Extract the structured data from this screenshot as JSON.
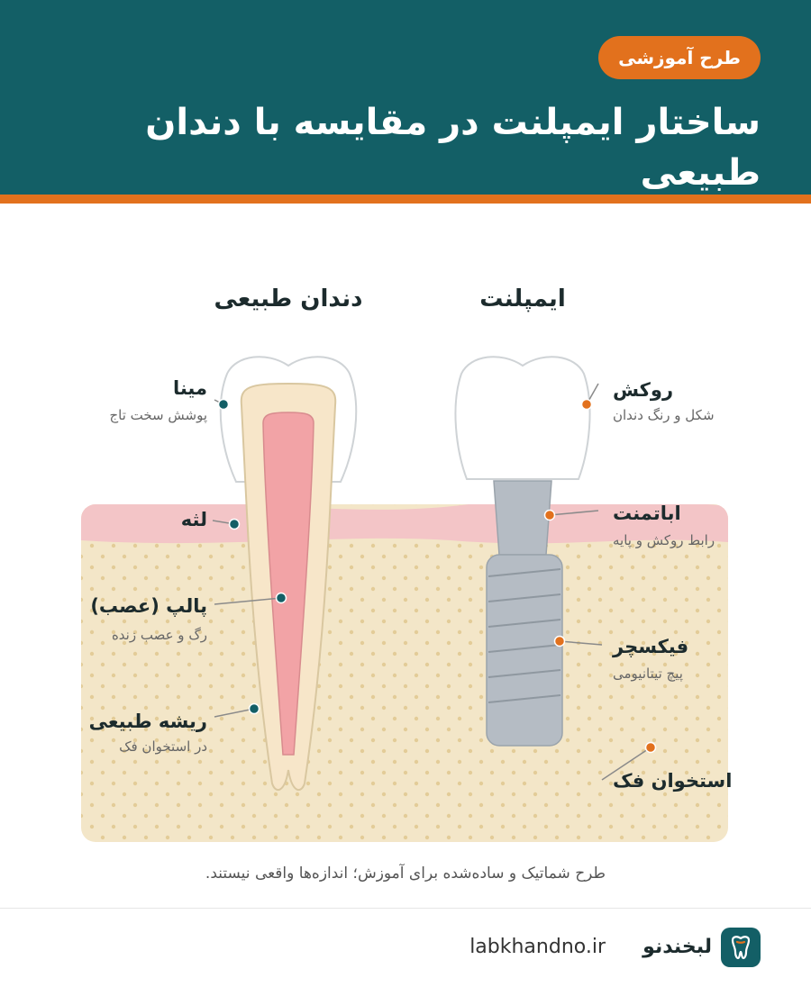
{
  "header": {
    "badge": "طرح آموزشی",
    "title": "ساختار ایمپلنت در مقایسه با دندان طبیعی"
  },
  "columns": {
    "natural": "دندان طبیعی",
    "implant": "ایمپلنت"
  },
  "labels": {
    "enamel": {
      "title": "مینا",
      "sub": "پوشش سخت تاج"
    },
    "gum": {
      "title": "لثه"
    },
    "pulp": {
      "title": "پالپ (عصب)",
      "sub": "رگ و عصب زنده"
    },
    "root": {
      "title": "ریشه طبیعی",
      "sub": "در استخوان فک"
    },
    "crown": {
      "title": "روکش",
      "sub": "شکل و رنگ دندان"
    },
    "abutment": {
      "title": "اباتمنت",
      "sub": "رابط روکش و پایه"
    },
    "fixture": {
      "title": "فیکسچر",
      "sub": "پیچ تیتانیومی"
    },
    "bone": {
      "title": "استخوان فک"
    }
  },
  "caption": "طرح شماتیک و ساده‌شده برای آموزش؛ اندازه‌ها واقعی نیستند.",
  "footer": {
    "brand": "لبخندنو",
    "site": "labkhandno.ir"
  },
  "icons": {
    "logo": "tooth-icon"
  },
  "colors": {
    "header_bg": "#135f66",
    "accent": "#e2711d",
    "gum": "#f3c5c7",
    "bone": "#f3e6c8",
    "pulp": "#f2a3a6",
    "dentin": "#f7e6c9",
    "titanium": "#b5bcc4",
    "natural_dot": "#135f66",
    "implant_dot": "#e2711d"
  }
}
